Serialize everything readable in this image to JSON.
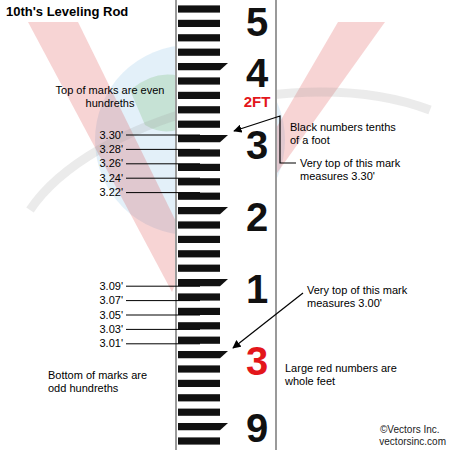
{
  "diagram": {
    "title": "10th's Leveling Rod",
    "labels": [
      "Top of marks are even hundreths",
      "3.30'",
      "3.28'",
      "3.26'",
      "3.24'",
      "3.22'",
      "3.09'",
      "3.07'",
      "3.05'",
      "3.03'",
      "3.01'",
      "Bottom of marks are odd hundreths",
      "5",
      "4",
      "2FT",
      "3",
      "2",
      "1",
      "3",
      "9",
      "Black numbers tenths of a foot",
      "Very top of this mark measures 3.30'",
      "Very top of this mark measures 3.00'",
      "Large red numbers are whole feet",
      "©Vectors Inc.",
      "vectorsinc.com"
    ]
  }
}
